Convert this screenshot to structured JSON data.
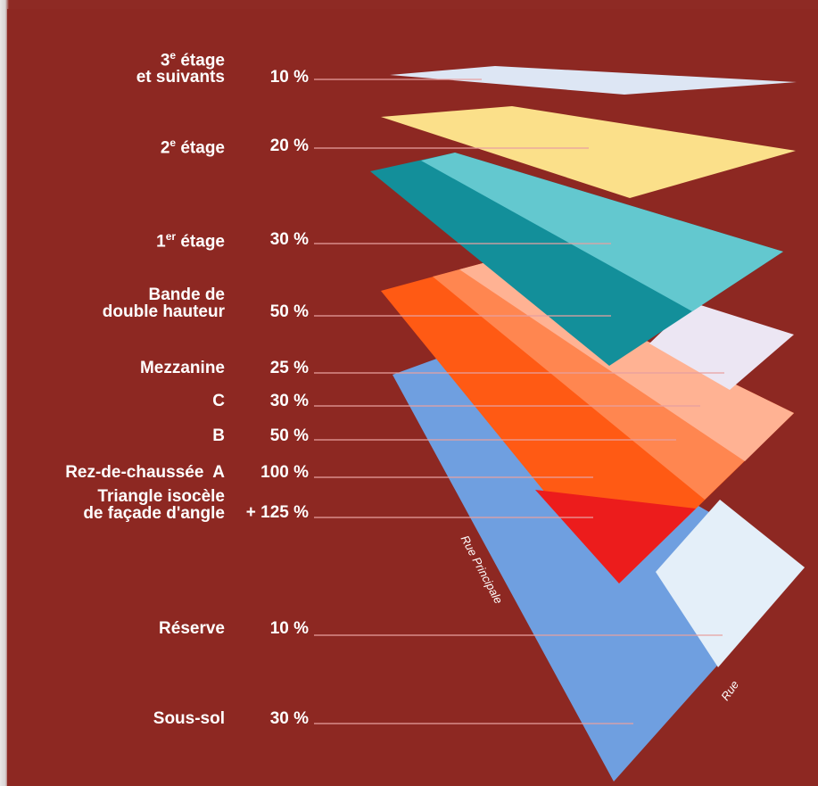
{
  "levels": [
    {
      "id": "etage3",
      "label": "3e étage",
      "label_base": "3",
      "label_sup": "e",
      "label_rest": " étage",
      "label_line2": "et suivants",
      "percent": "10 %"
    },
    {
      "id": "etage2",
      "label": "2e étage",
      "label_base": "2",
      "label_sup": "e",
      "label_rest": " étage",
      "percent": "20 %"
    },
    {
      "id": "etage1",
      "label": "1er étage",
      "label_base": "1",
      "label_sup": "er",
      "label_rest": " étage",
      "percent": "30 %"
    },
    {
      "id": "bande",
      "label_line1": "Bande de",
      "label_line2": "double hauteur",
      "percent": "50 %"
    },
    {
      "id": "mezzanine",
      "label": "Mezzanine",
      "percent": "25 %"
    },
    {
      "id": "c",
      "label": "C",
      "percent": "30 %"
    },
    {
      "id": "b",
      "label": "B",
      "percent": "50 %"
    },
    {
      "id": "rdc",
      "label": "Rez-de-chaussée  A",
      "percent": "100 %"
    },
    {
      "id": "triangle",
      "label_line1": "Triangle isocèle",
      "label_line2": "de façade d'angle",
      "percent": "+ 125 %"
    },
    {
      "id": "reserve",
      "label": "Réserve",
      "percent": "10 %"
    },
    {
      "id": "soussol",
      "label": "Sous-sol",
      "percent": "30 %"
    }
  ],
  "streets": {
    "main": "Rue Principale",
    "side": "Rue"
  },
  "colors": {
    "background": "#8d2822",
    "floor3": "#dde6f4",
    "floor2": "#fbe08a",
    "floor1": "#138f9a",
    "floor1_light": "#63c8cf",
    "mezzanine": "#ece6f3",
    "ground_a": "#ff5a14",
    "ground_b": "#ff8650",
    "ground_c": "#ffb293",
    "triangle": "#ec1c1c",
    "basement": "#6f9fe0",
    "reserve": "#e4eff9",
    "leader": "#e8a0a0"
  }
}
